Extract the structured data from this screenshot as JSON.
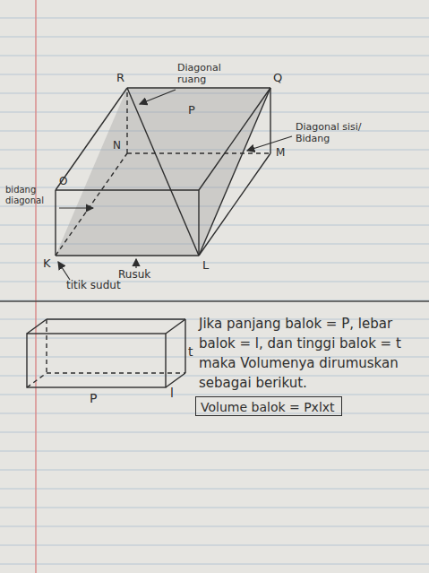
{
  "diagram": {
    "nodes": [
      {
        "text": [
          "Volume balok = Pxlxt"
        ]
      }
    ],
    "labels": [
      "Diagonal ruang",
      "R",
      "Q",
      "P",
      "bidang diagonal",
      "O",
      "Diagonal sisi/ Bidang",
      "N",
      "M",
      "K",
      "L",
      "Rusuk",
      "titik sudut",
      "Jika panjang balok = P, lebar balok = l, dan tinggi balok = t maka Volumenya dirumuskan sebagai berikut.",
      "t",
      "P",
      "l"
    ]
  }
}
